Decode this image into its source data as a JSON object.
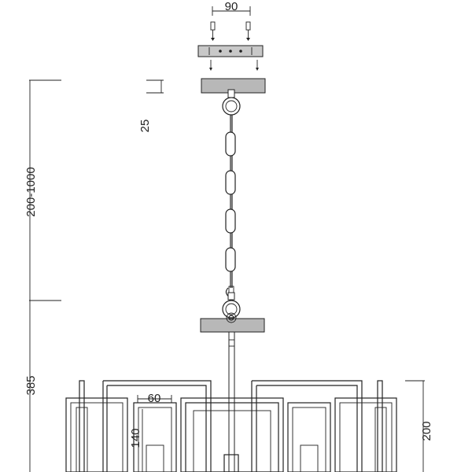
{
  "dimensions": {
    "mount_spacing": "90",
    "canopy_height": "25",
    "chain_length": "200-1000",
    "body_height": "385",
    "shade_width": "60",
    "shade_height": "140",
    "frame_height": "200"
  },
  "colors": {
    "line": "#222222",
    "canopy_fill": "#b8b8b8",
    "background": "#ffffff"
  }
}
